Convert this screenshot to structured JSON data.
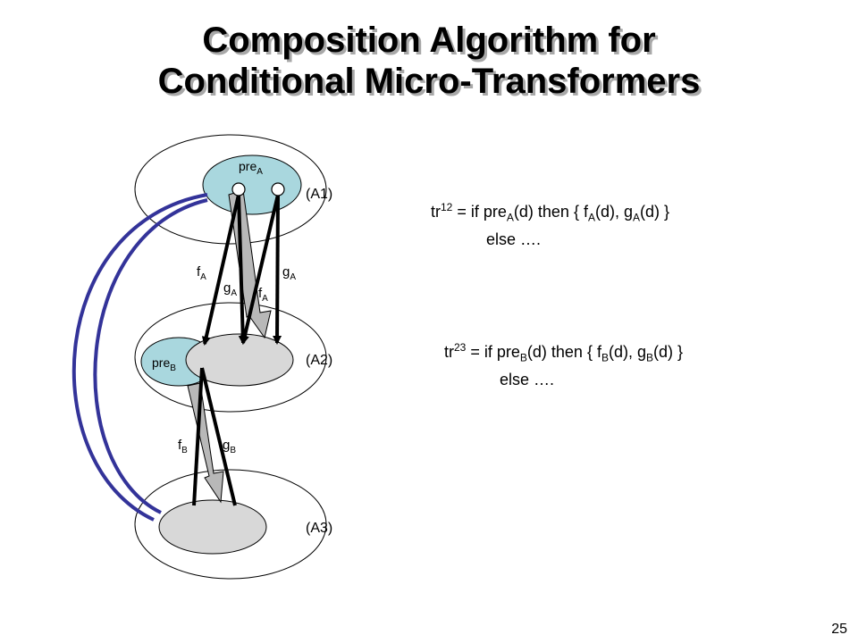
{
  "title": {
    "line1": "Composition Algorithm for",
    "line2": "Conditional Micro-Transformers"
  },
  "diagram": {
    "regions": {
      "a1": "(A1)",
      "a2": "(A2)",
      "a3": "(A3)"
    },
    "pre_a": {
      "base": "pre",
      "sub": "A"
    },
    "pre_b": {
      "base": "pre",
      "sub": "B"
    },
    "edge_labels": {
      "fA_left": {
        "base": "f",
        "sub": "A"
      },
      "gA_right": {
        "base": "g",
        "sub": "A"
      },
      "gA_inner": {
        "base": "g",
        "sub": "A"
      },
      "fA_inner": {
        "base": "f",
        "sub": "A"
      },
      "fB": {
        "base": "f",
        "sub": "B"
      },
      "gB": {
        "base": "g",
        "sub": "B"
      }
    },
    "colors": {
      "pre_fill": "#a9d7de",
      "domain_fill": "#d8d8d8",
      "arc_blue": "#333399",
      "big_arrow": "#b8b8b8"
    }
  },
  "formulas": {
    "tr12": {
      "tr": "tr",
      "sup": "12",
      "p1": " = if pre",
      "sub1": "A",
      "p2": "(d) then { f",
      "sub2": "A",
      "p3": "(d), g",
      "sub3": "A",
      "p4": "(d) }",
      "line2": "else …."
    },
    "tr23": {
      "tr": "tr",
      "sup": "23",
      "p1": " = if pre",
      "sub1": "B",
      "p2": "(d) then { f",
      "sub2": "B",
      "p3": "(d), g",
      "sub3": "B",
      "p4": "(d) }",
      "line2": "else …."
    }
  },
  "page_number": "25"
}
